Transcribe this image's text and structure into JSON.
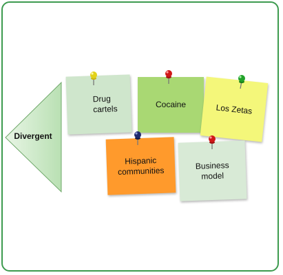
{
  "diagram": {
    "center_label": "Divergent",
    "notes": [
      {
        "label": "Drug\ncartels",
        "color": "#cfe6cc",
        "pin_color": "#e2d21a"
      },
      {
        "label": "Cocaine",
        "color": "#a9d873",
        "pin_color": "#d01818"
      },
      {
        "label": "Los Zetas",
        "color": "#f4f77a",
        "pin_color": "#22a22a"
      },
      {
        "label": "Hispanic\ncommunities",
        "color": "#ff9a2c",
        "pin_color": "#1f2b6e"
      },
      {
        "label": "Business\nmodel",
        "color": "#d8ead6",
        "pin_color": "#d01818"
      }
    ],
    "colors": {
      "frame": "#3c9a4e",
      "triangle": "#b9e0b3"
    }
  }
}
